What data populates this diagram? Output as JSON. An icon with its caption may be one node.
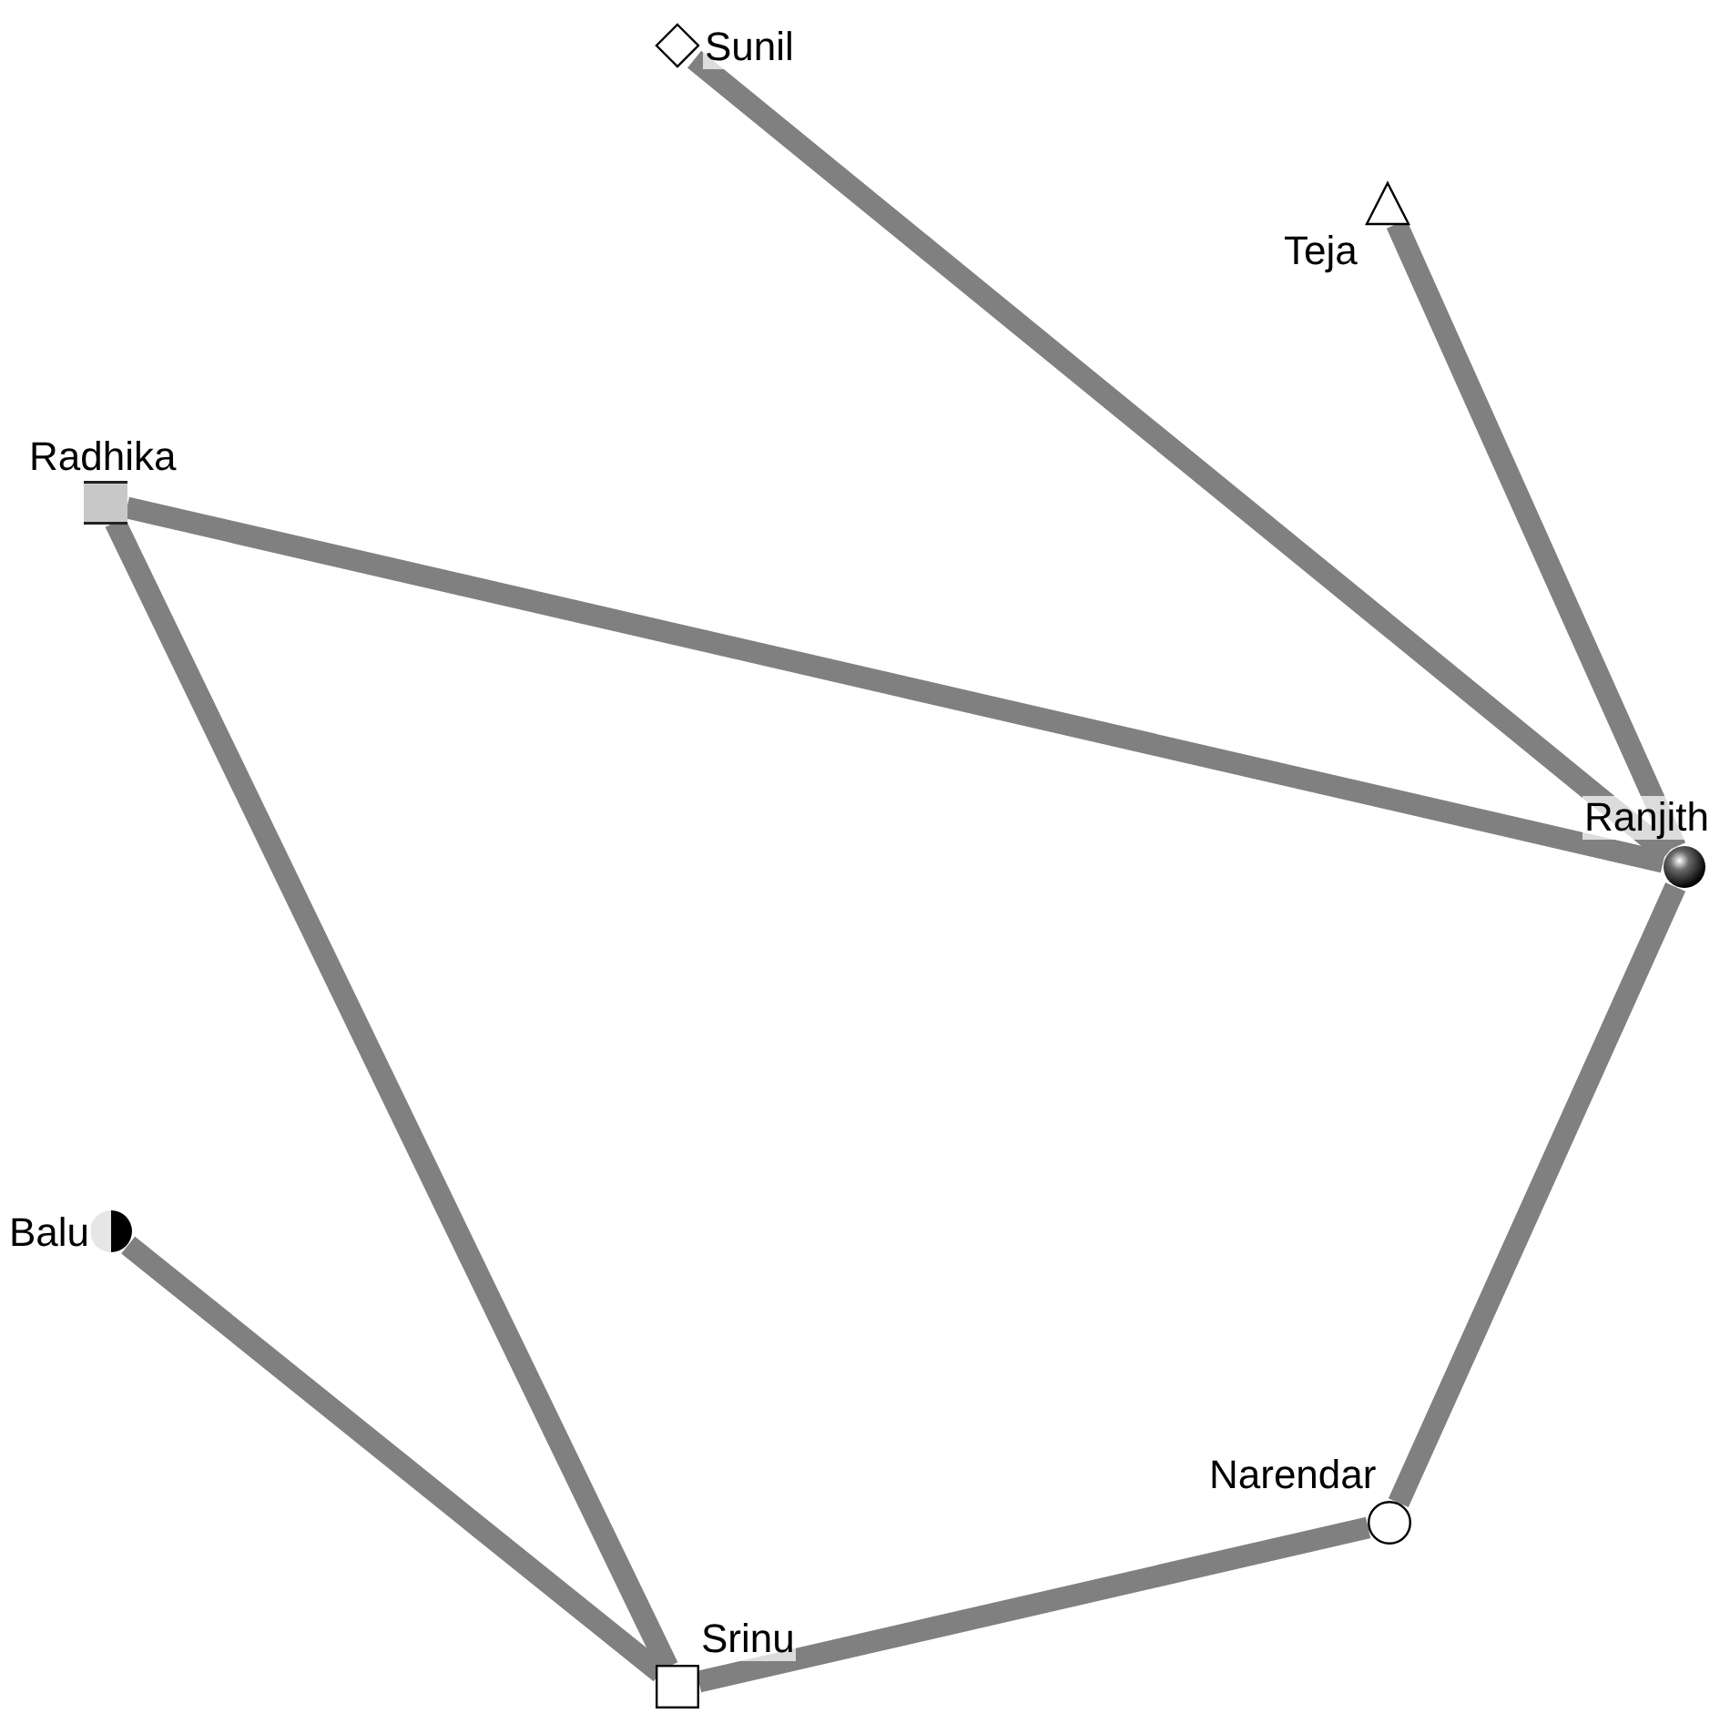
{
  "diagram": {
    "nodes": [
      {
        "text": [],
        "shape": "diamond",
        "beside": [
          "Sunil"
        ]
      },
      {
        "text": [],
        "shape": "triangle",
        "beside": [
          "Teja"
        ]
      },
      {
        "text": [],
        "shape": "bar",
        "beside": [
          "Radhika"
        ]
      },
      {
        "text": [],
        "shape": "sphere",
        "beside": [
          "Ranjith"
        ]
      },
      {
        "text": [],
        "shape": "semicircle",
        "beside": [
          "Balu"
        ]
      },
      {
        "text": [],
        "shape": "circle",
        "beside": [
          "Narendar"
        ]
      },
      {
        "text": [],
        "shape": "box",
        "beside": [
          "Srinu"
        ]
      }
    ],
    "edges": [
      {
        "from": 0,
        "to": 3,
        "arrow": "none"
      },
      {
        "from": 1,
        "to": 3,
        "arrow": "none"
      },
      {
        "from": 2,
        "to": 3,
        "arrow": "none"
      },
      {
        "from": 3,
        "to": 5,
        "arrow": "none"
      },
      {
        "from": 5,
        "to": 6,
        "arrow": "none"
      },
      {
        "from": 6,
        "to": 2,
        "arrow": "none"
      },
      {
        "from": 6,
        "to": 4,
        "arrow": "none"
      }
    ]
  }
}
